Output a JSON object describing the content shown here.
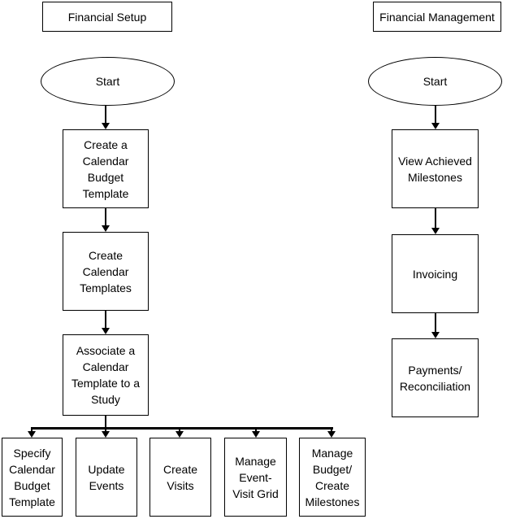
{
  "columns": {
    "setup": {
      "header": "Financial Setup",
      "start": "Start",
      "steps": [
        "Create a\nCalendar\nBudget\nTemplate",
        "Create\nCalendar\nTemplates",
        "Associate a\nCalendar\nTemplate to a\nStudy"
      ],
      "branches": [
        "Specify\nCalendar\nBudget\nTemplate",
        "Update\nEvents",
        "Create\nVisits",
        "Manage\nEvent-\nVisit Grid",
        "Manage\nBudget/\nCreate\nMilestones"
      ]
    },
    "management": {
      "header": "Financial Management",
      "start": "Start",
      "steps": [
        "View Achieved\nMilestones",
        "Invoicing",
        "Payments/\nReconciliation"
      ]
    }
  }
}
